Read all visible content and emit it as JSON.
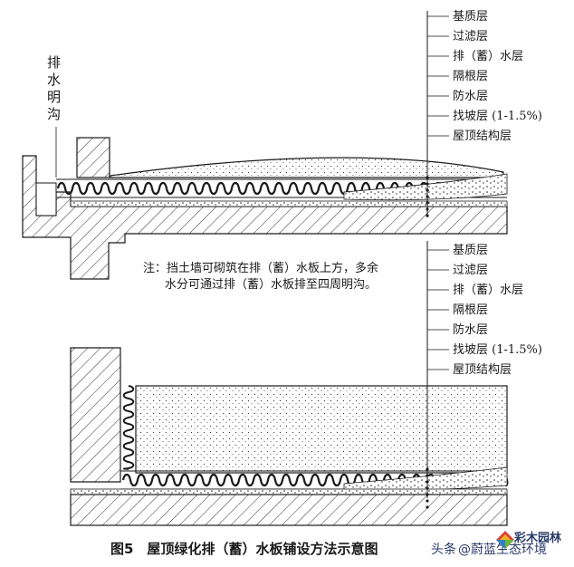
{
  "top_layers": [
    "基质层",
    "过滤层",
    "排（蓄）水层",
    "隔根层",
    "防水层",
    "找坡层 (1-1.5%)",
    "屋顶结构层"
  ],
  "bottom_layers": [
    "基质层",
    "过滤层",
    "排（蓄）水层",
    "隔根层",
    "防水层",
    "找坡层 (1-1.5%)",
    "屋顶结构层"
  ],
  "drain_label": [
    "排",
    "水",
    "明",
    "沟"
  ],
  "note": {
    "line1": "注：挡土墙可砌筑在排（蓄）水板上方，多余",
    "line2": "水分可通过排（蓄）水板排至四周明沟。"
  },
  "caption": "图5　屋顶绿化排（蓄）水板铺设方法示意图",
  "watermark": {
    "prefix": "头条",
    "handle": "@蔚蓝生态环境",
    "brand": "彩木园林"
  },
  "colors": {
    "ink": "#1a1a1a",
    "watermark": "#2a3c6b",
    "logo_red": "#d9443a",
    "logo_green": "#6cb33e",
    "logo_blue": "#2f7fc8",
    "logo_yellow": "#f2b424"
  }
}
